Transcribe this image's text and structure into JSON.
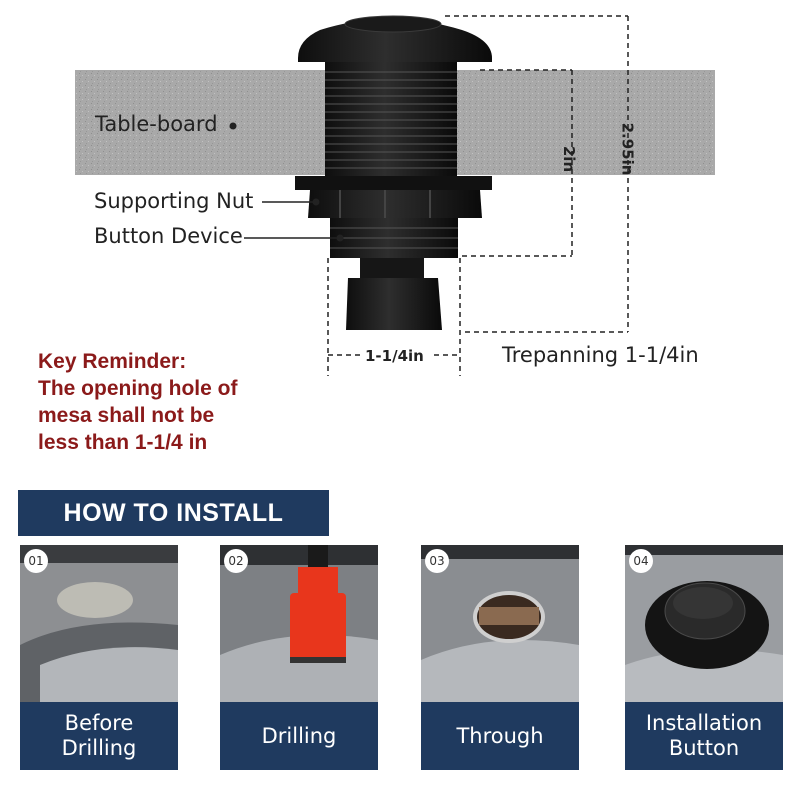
{
  "diagram": {
    "labels": {
      "table_board": "Table-board",
      "supporting_nut": "Supporting Nut",
      "button_device": "Button Device"
    },
    "dimensions": {
      "height_2in": "2in",
      "height_295in": "2.95in",
      "width": "1-1/4in",
      "trepanning": "Trepanning 1-1/4in"
    },
    "key_reminder": {
      "line1": "Key Reminder:",
      "line2": "The opening hole of",
      "line3": "mesa shall not be",
      "line4": "less than 1-1/4 in"
    }
  },
  "install": {
    "title": "HOW TO INSTALL",
    "steps": [
      {
        "number": "01",
        "caption_l1": "Before",
        "caption_l2": "Drilling"
      },
      {
        "number": "02",
        "caption_l1": "Drilling",
        "caption_l2": ""
      },
      {
        "number": "03",
        "caption_l1": "Through",
        "caption_l2": ""
      },
      {
        "number": "04",
        "caption_l1": "Installation",
        "caption_l2": "Button"
      }
    ]
  },
  "colors": {
    "accent_navy": "#1f3a5f",
    "reminder_red": "#8b1a1a",
    "drill_red": "#e8361c",
    "board_gray": "#a9a9a9"
  }
}
